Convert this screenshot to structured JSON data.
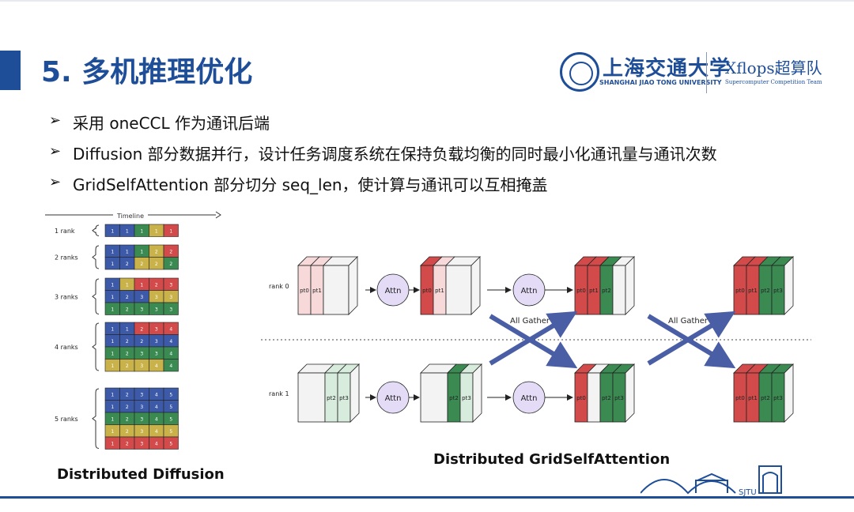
{
  "header": {
    "title": "5. 多机推理优化",
    "logo_cn": "上海交通大学",
    "logo_en": "SHANGHAI JIAO TONG UNIVERSITY",
    "team": "Xflops超算队",
    "team_sub": "Supercomputer Competition Team"
  },
  "bullets": [
    "采用 oneCCL 作为通讯后端",
    "Diffusion 部分数据并行，设计任务调度系统在保持负载均衡的同时最小化通讯量与通讯次数",
    "GridSelfAttention 部分切分 seq_len，使计算与通讯可以互相掩盖"
  ],
  "diffusion": {
    "timeline": "Timeline",
    "caption": "Distributed Diffusion",
    "rank_labels": [
      "1 rank",
      "2 ranks",
      "3 ranks",
      "4 ranks",
      "5 ranks"
    ],
    "groups": [
      [
        [
          1,
          1,
          1,
          1,
          1
        ]
      ],
      [
        [
          1,
          1,
          1,
          2,
          2
        ],
        [
          1,
          2,
          2,
          2,
          2
        ]
      ],
      [
        [
          1,
          1,
          1,
          2,
          3
        ],
        [
          1,
          2,
          3,
          3,
          3
        ],
        [
          1,
          2,
          3,
          3,
          3
        ]
      ],
      [
        [
          1,
          1,
          2,
          3,
          4
        ],
        [
          1,
          2,
          2,
          3,
          4
        ],
        [
          1,
          2,
          3,
          3,
          4
        ],
        [
          1,
          2,
          3,
          4,
          4
        ]
      ],
      [
        [
          1,
          2,
          3,
          4,
          5
        ],
        [
          1,
          2,
          3,
          4,
          5
        ],
        [
          1,
          2,
          3,
          4,
          5
        ],
        [
          1,
          2,
          3,
          4,
          5
        ],
        [
          1,
          2,
          3,
          4,
          5
        ]
      ]
    ],
    "row_colors": [
      [
        "blue",
        "blue",
        "green",
        "yellow",
        "red"
      ],
      [
        "blue",
        "blue",
        "green",
        "yellow",
        "red",
        "blue",
        "blue",
        "yellow",
        "yellow",
        "green"
      ],
      [
        "blue",
        "yellow",
        "red",
        "red",
        "red",
        "blue",
        "blue",
        "blue",
        "yellow",
        "yellow",
        "green",
        "green",
        "green",
        "green",
        "green"
      ],
      [
        "blue",
        "blue",
        "red",
        "red",
        "red",
        "blue",
        "blue",
        "blue",
        "blue",
        "blue",
        "green",
        "green",
        "green",
        "green",
        "green",
        "yellow",
        "yellow",
        "yellow",
        "yellow",
        "green"
      ],
      [
        "blue",
        "blue",
        "blue",
        "blue",
        "blue",
        "blue",
        "blue",
        "blue",
        "blue",
        "blue",
        "green",
        "green",
        "green",
        "green",
        "green",
        "yellow",
        "yellow",
        "yellow",
        "yellow",
        "yellow",
        "red",
        "red",
        "red",
        "red",
        "red"
      ]
    ]
  },
  "gsa": {
    "caption": "Distributed GridSelfAttention",
    "rank0": "rank 0",
    "rank1": "rank 1",
    "attn": "Attn",
    "all_gather": "All Gather",
    "pt0": "pt0",
    "pt1": "pt1",
    "pt2": "pt2",
    "pt3": "pt3"
  },
  "colors": {
    "blue": "#3d5aa8",
    "green": "#3a8a52",
    "yellow": "#c9b24a",
    "red": "#d24a4a",
    "accent": "#1f4e99",
    "red_light": "#f7d9d9",
    "green_light": "#d7ecdc",
    "attn": "#e4dcf6",
    "arrow": "#4a5ea6"
  },
  "footer": {
    "logo_text": "SJTU"
  }
}
